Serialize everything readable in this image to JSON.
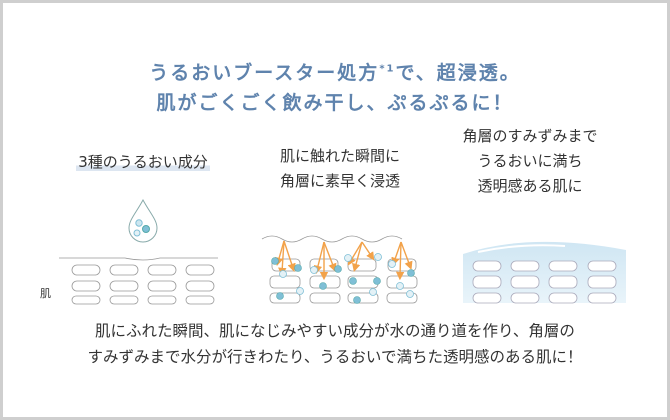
{
  "headline": {
    "line1": "うるおいブースター処方",
    "footnote": "*1",
    "line1_end": "で、超浸透。",
    "line2": "肌がごくごく飲み干し、ぷるぷるに！"
  },
  "columns": [
    {
      "lines": [
        "3種のうるおい成分"
      ]
    },
    {
      "lines": [
        "肌に触れた瞬間に",
        "角層に素早く浸透"
      ]
    },
    {
      "lines": [
        "角層のすみずみまで",
        "うるおいに満ち",
        "透明感ある肌に"
      ]
    }
  ],
  "skin_label": "肌",
  "description": {
    "line1": "肌にふれた瞬間、肌になじみやすい成分が水の通り道を作り、角層の",
    "line2": "すみずみまで水分が行きわたり、うるおいで満ちた透明感のある肌に！"
  },
  "colors": {
    "accent": "#5f83ad",
    "arrow": "#f2a24a",
    "dot": "#7fbfd6",
    "water": "#d8ecf6"
  }
}
